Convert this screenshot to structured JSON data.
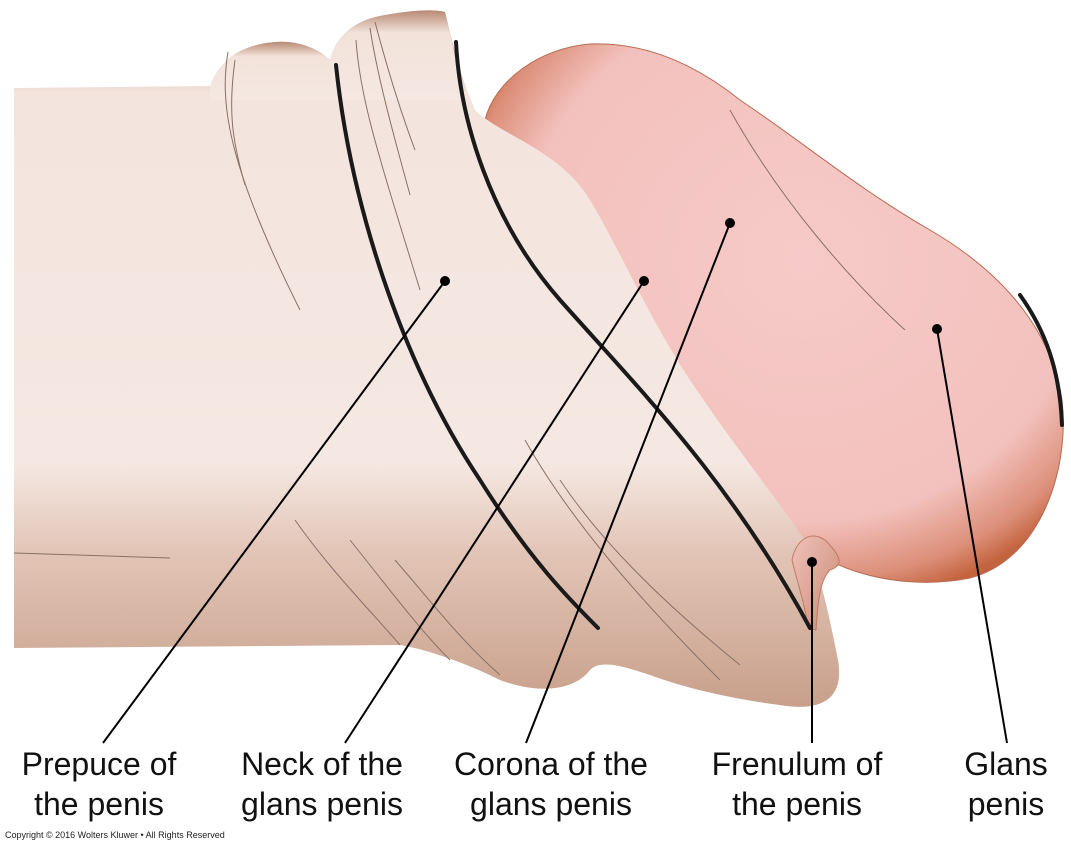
{
  "labels": [
    {
      "id": "prepuce",
      "line1": "Prepuce of",
      "line2": "the penis"
    },
    {
      "id": "neck",
      "line1": "Neck of the",
      "line2": "glans penis"
    },
    {
      "id": "corona",
      "line1": "Corona of the",
      "line2": "glans penis"
    },
    {
      "id": "frenulum",
      "line1": "Frenulum of",
      "line2": "the penis"
    },
    {
      "id": "glans",
      "line1": "Glans",
      "line2": "penis"
    }
  ],
  "copyright": "Copyright © 2016 Wolters Kluwer • All Rights Reserved",
  "colors": {
    "skin_light": "#f5e8e2",
    "skin_shadow": "#c39a86",
    "glans": "#f4c6c4",
    "glans_edge": "#c96a4c",
    "outline": "#1a1a1a"
  }
}
